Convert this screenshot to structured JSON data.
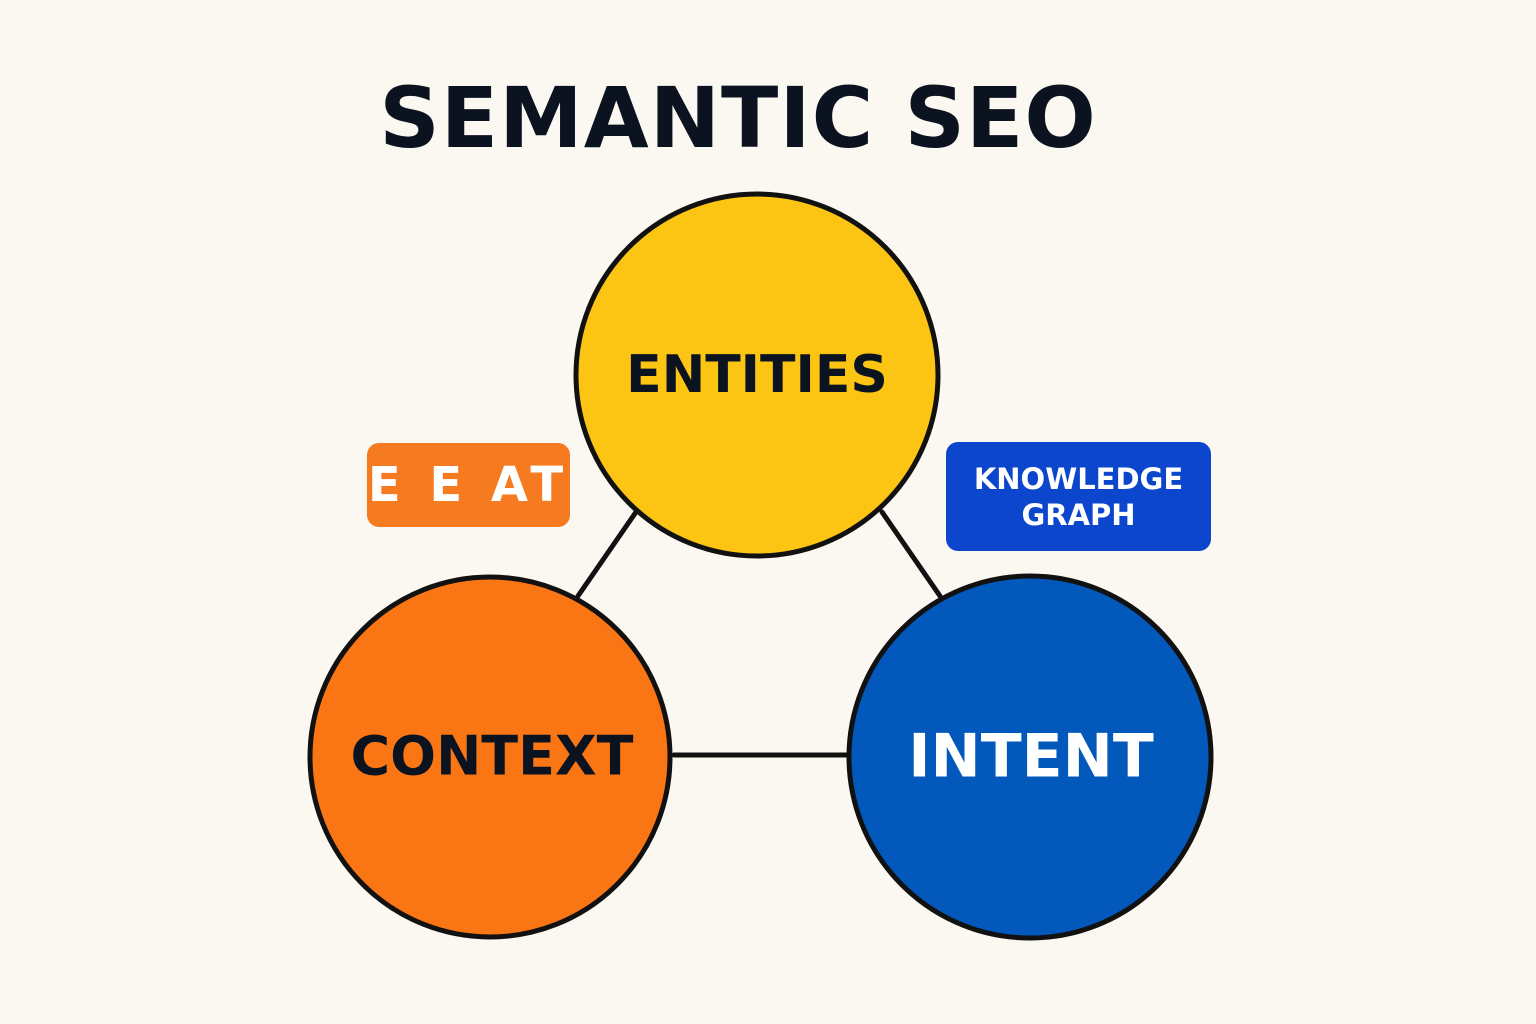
{
  "title": "SEMANTIC SEO",
  "nodes": {
    "entities": {
      "label": "ENTITIES",
      "fill": "#fcc514",
      "text_color": "#0b1220"
    },
    "context": {
      "label": "CONTEXT",
      "fill": "#fa7514",
      "text_color": "#0b1220"
    },
    "intent": {
      "label": "INTENT",
      "fill": "#0358bb",
      "text_color": "#ffffff"
    }
  },
  "tags": {
    "eeat": {
      "label": "E E AT",
      "color": "#f57a20"
    },
    "knowledge_graph": {
      "line1": "KNOWLEDGE",
      "line2": "GRAPH",
      "color": "#0b46cc"
    }
  },
  "colors": {
    "background": "#fbf8f1",
    "outline": "#111111"
  }
}
